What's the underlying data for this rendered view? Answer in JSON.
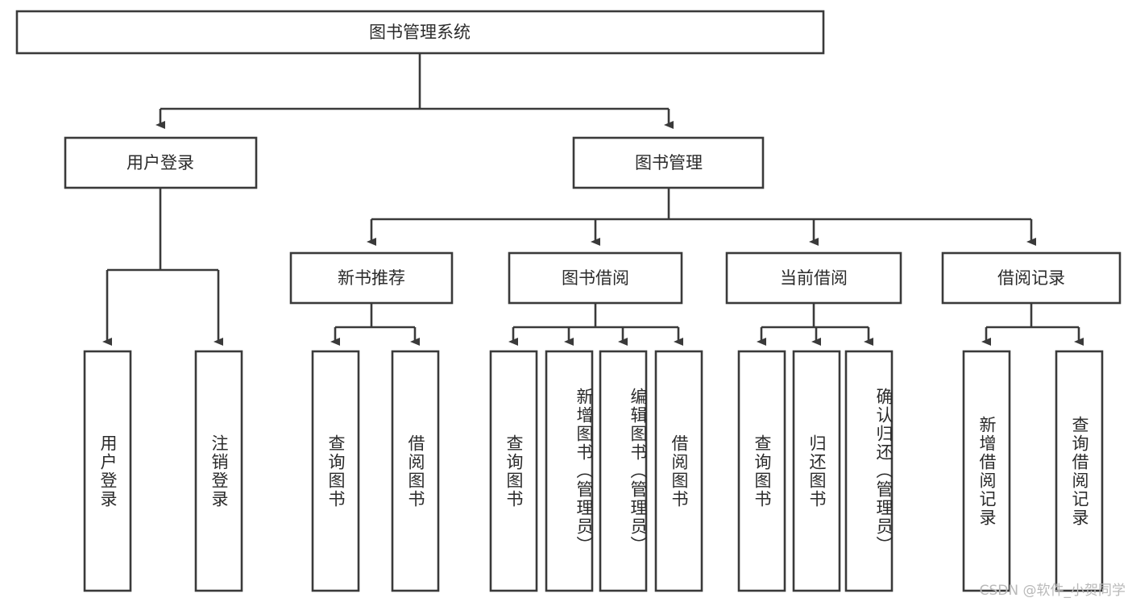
{
  "diagram": {
    "type": "tree-hierarchy-diagram",
    "title": "图书管理系统",
    "root": {
      "id": "root",
      "label": "图书管理系统",
      "level": 0
    },
    "level1": [
      {
        "id": "user-login",
        "label": "用户登录"
      },
      {
        "id": "book-management",
        "label": "图书管理"
      }
    ],
    "level2": [
      {
        "id": "new-book-recommend",
        "label": "新书推荐",
        "parent": "book-management"
      },
      {
        "id": "book-borrow",
        "label": "图书借阅",
        "parent": "book-management"
      },
      {
        "id": "current-borrow",
        "label": "当前借阅",
        "parent": "book-management"
      },
      {
        "id": "borrow-record",
        "label": "借阅记录",
        "parent": "book-management"
      }
    ],
    "leaves": {
      "user-login": [
        {
          "id": "leaf-user-login",
          "label": "用户登录"
        },
        {
          "id": "leaf-logout-login",
          "label": "注销登录"
        }
      ],
      "new-book-recommend": [
        {
          "id": "leaf-query-book-1",
          "label": "查询图书"
        },
        {
          "id": "leaf-borrow-book-1",
          "label": "借阅图书"
        }
      ],
      "book-borrow": [
        {
          "id": "leaf-query-book-2",
          "label": "查询图书"
        },
        {
          "id": "leaf-add-book",
          "label": "新增图书（管理员）"
        },
        {
          "id": "leaf-edit-book",
          "label": "编辑图书（管理员）"
        },
        {
          "id": "leaf-borrow-book-2",
          "label": "借阅图书"
        }
      ],
      "current-borrow": [
        {
          "id": "leaf-query-book-3",
          "label": "查询图书"
        },
        {
          "id": "leaf-return-book",
          "label": "归还图书"
        },
        {
          "id": "leaf-confirm-return",
          "label": "确认归还（管理员）"
        }
      ],
      "borrow-record": [
        {
          "id": "leaf-add-record",
          "label": "新增借阅记录"
        },
        {
          "id": "leaf-query-record",
          "label": "查询借阅记录"
        }
      ]
    }
  },
  "watermark": {
    "text": "CSDN @软件_小贺同学"
  },
  "colors": {
    "stroke": "#3a3a3a",
    "fill": "#ffffff",
    "text": "#2b2b2b",
    "watermark": "#b9b9b9"
  }
}
